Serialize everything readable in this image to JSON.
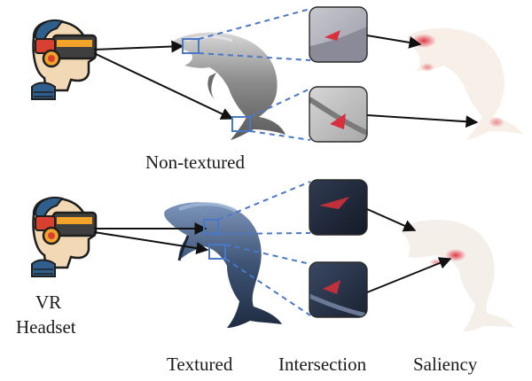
{
  "labels": {
    "non_textured": "Non-textured",
    "vr": "VR",
    "headset": "Headset",
    "textured": "Textured",
    "intersection": "Intersection",
    "saliency": "Saliency"
  },
  "colors": {
    "dashed_lines": "#4a78c8",
    "marker_red": "#d9303e",
    "grey_dolphin": "#7d7d7d",
    "textured_dolphin": "#3b4f6e",
    "saliency_dolphin": "#f6efe9"
  },
  "icons": [
    "vr-headset-icon"
  ]
}
